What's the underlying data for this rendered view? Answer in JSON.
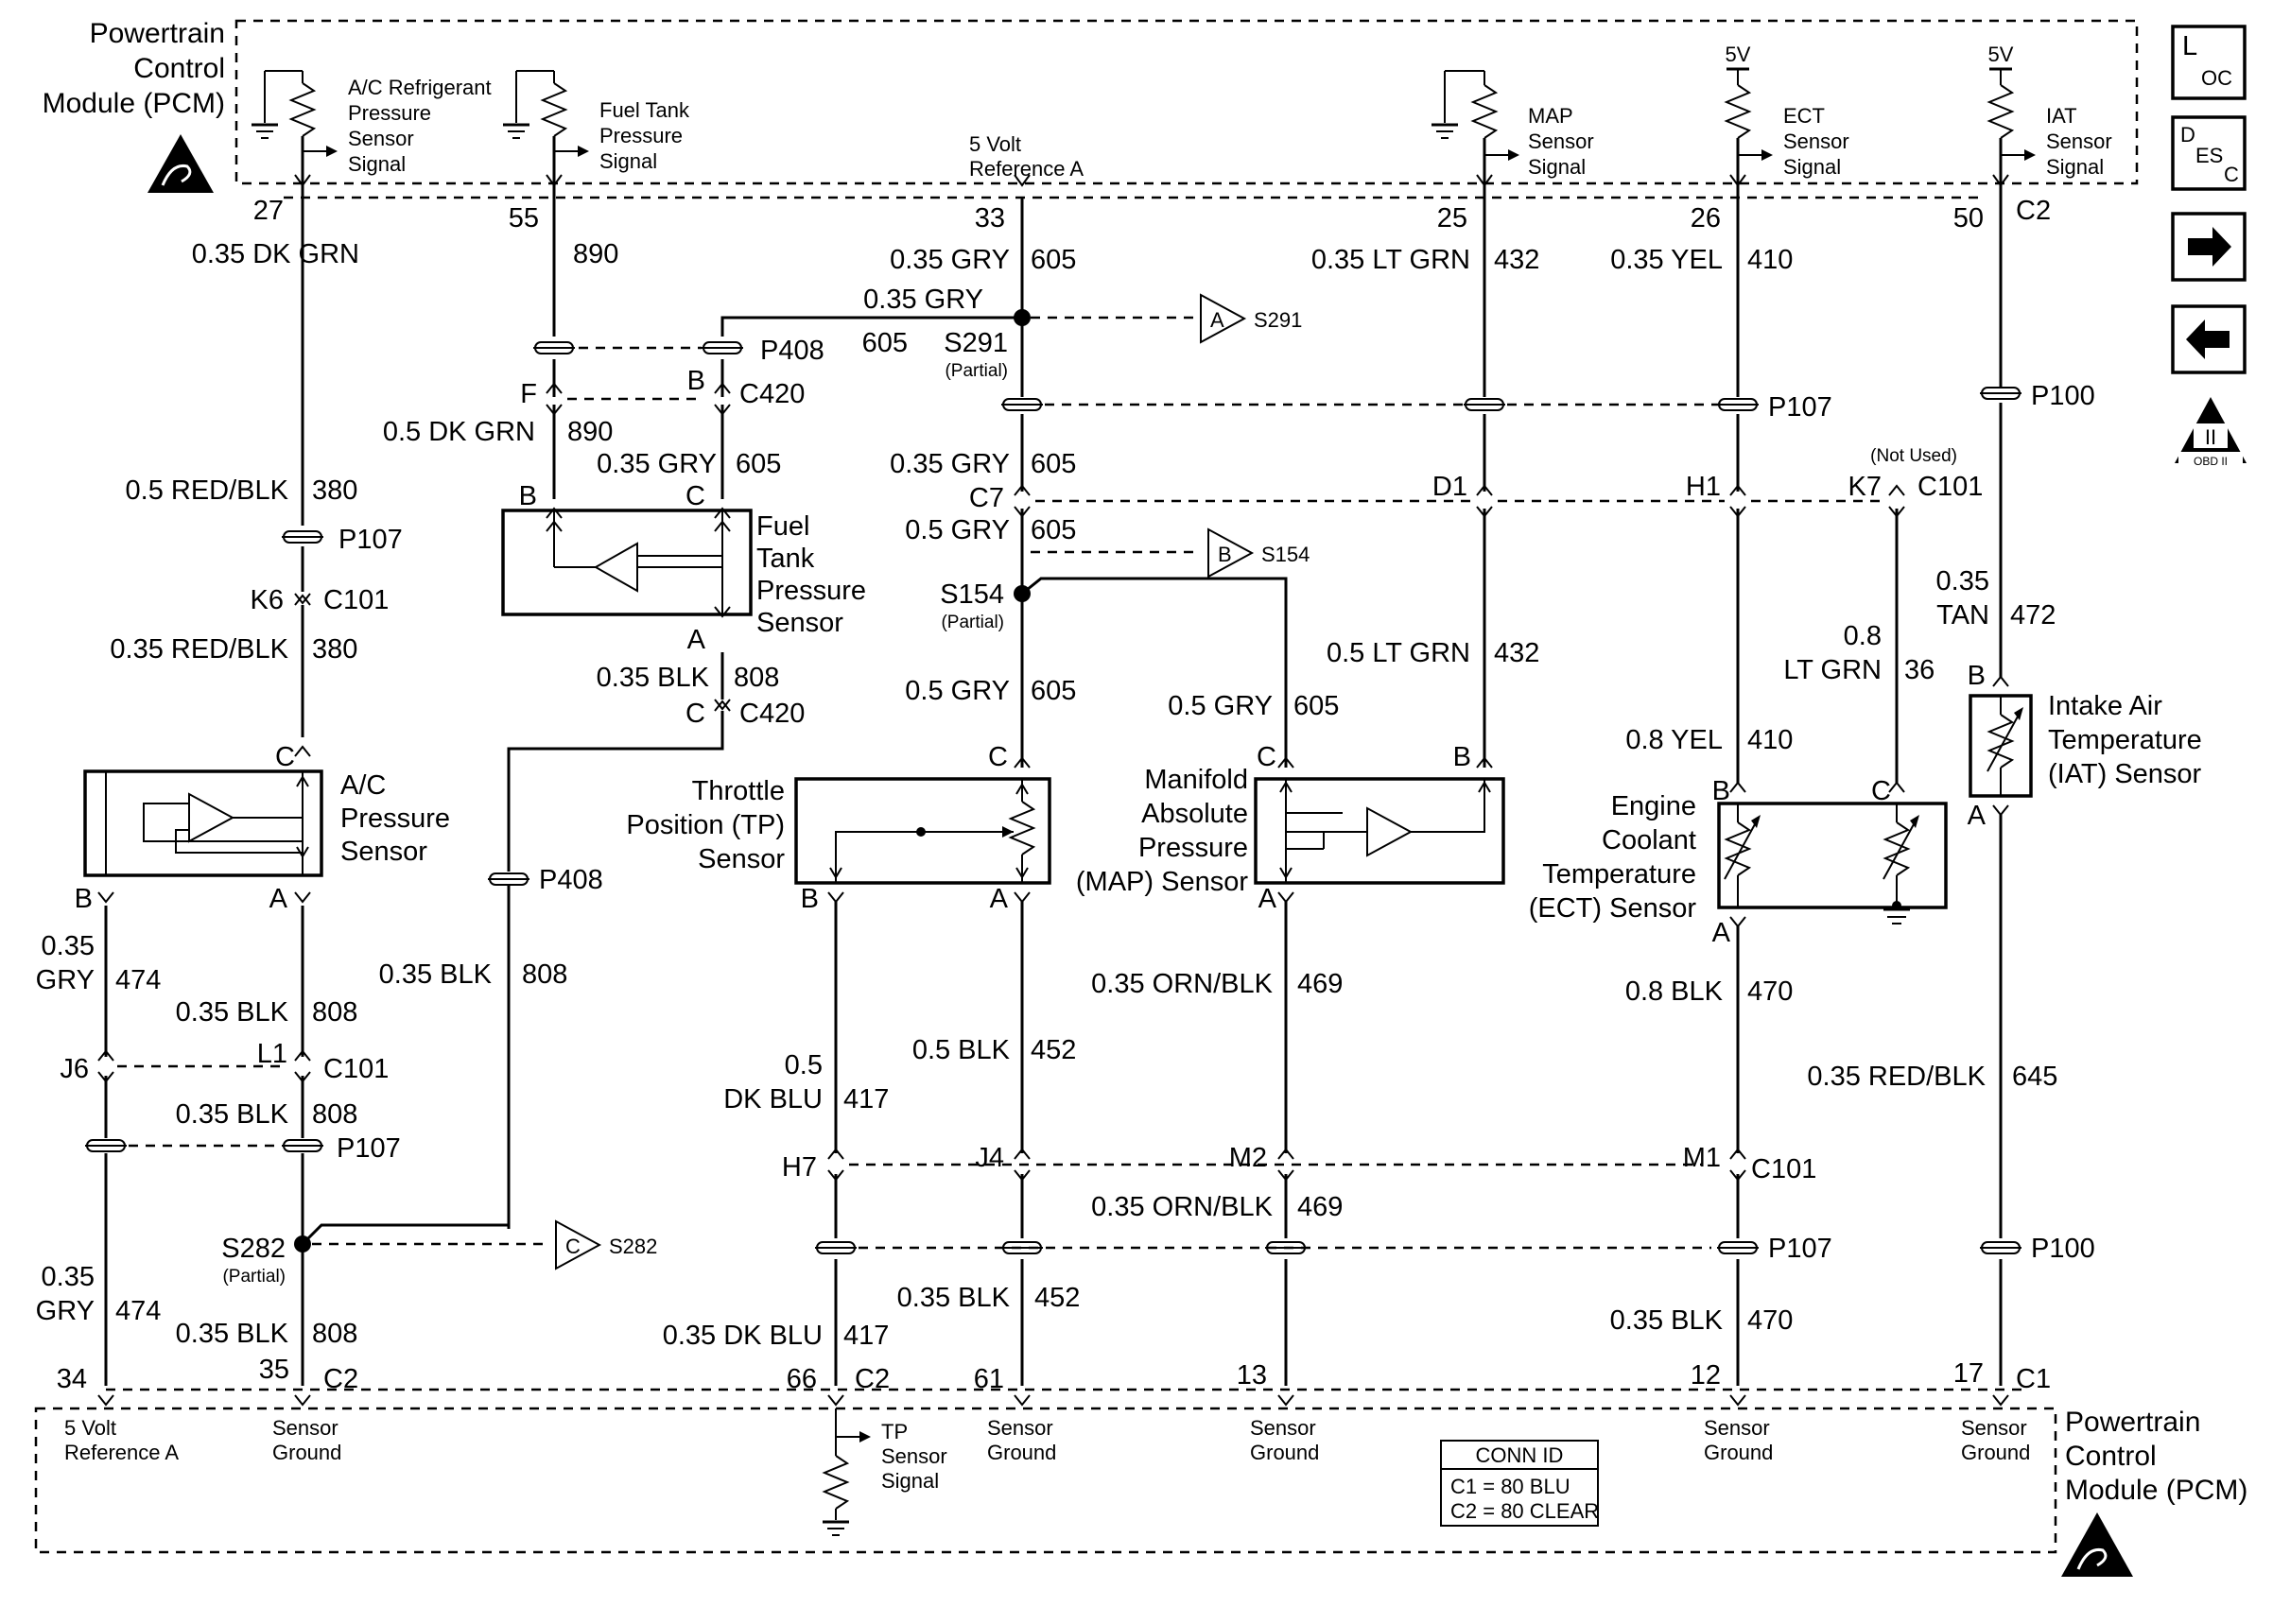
{
  "pcm": {
    "top_label": [
      "Powertrain",
      "Control",
      "Module (PCM)"
    ],
    "bottom_label": [
      "Powertrain",
      "Control",
      "Module (PCM)"
    ],
    "top_signals": [
      [
        "A/C Refrigerant",
        "Pressure",
        "Sensor",
        "Signal"
      ],
      [
        "Fuel Tank",
        "Pressure",
        "Signal"
      ],
      [
        "5 Volt",
        "Reference A"
      ],
      [
        "MAP",
        "Sensor",
        "Signal"
      ],
      [
        "ECT",
        "Sensor",
        "Signal"
      ],
      [
        "IAT",
        "Sensor",
        "Signal"
      ]
    ],
    "supply": "5V",
    "bottom_signals": [
      [
        "5 Volt",
        "Reference A"
      ],
      [
        "Sensor",
        "Ground"
      ],
      [
        "TP",
        "Sensor",
        "Signal"
      ],
      [
        "Sensor",
        "Ground"
      ],
      [
        "Sensor",
        "Ground"
      ],
      [
        "Sensor",
        "Ground"
      ],
      [
        "Sensor",
        "Ground"
      ]
    ],
    "top_pins": [
      "27",
      "55",
      "33",
      "25",
      "26",
      "50"
    ],
    "top_connector": "C2",
    "bottom_pins": [
      "34",
      "35",
      "66",
      "61",
      "13",
      "12",
      "17"
    ],
    "bottom_connectors": [
      "C2",
      "C2",
      "C1"
    ]
  },
  "conn_id": {
    "title": "CONN ID",
    "c1": "C1 = 80 BLU",
    "c2": "C2 = 80 CLEAR"
  },
  "side_icons": {
    "loc": [
      "L",
      "OC"
    ],
    "desc": [
      "D",
      "ES",
      "C"
    ],
    "next": "right-arrow-icon",
    "prev": "left-arrow-icon",
    "obd": [
      "II",
      "OBD II"
    ]
  },
  "sensors": {
    "ac": [
      "A/C",
      "Pressure",
      "Sensor"
    ],
    "fuel": [
      "Fuel",
      "Tank",
      "Pressure",
      "Sensor"
    ],
    "tp": [
      "Throttle",
      "Position (TP)",
      "Sensor"
    ],
    "map": [
      "Manifold",
      "Absolute",
      "Pressure",
      "(MAP) Sensor"
    ],
    "ect": [
      "Engine",
      "Coolant",
      "Temperature",
      "(ECT) Sensor"
    ],
    "iat": [
      "Intake Air",
      "Temperature",
      "(IAT) Sensor"
    ]
  },
  "wires": {
    "w890a": [
      "0.35 DK GRN",
      "890"
    ],
    "w890b": [
      "0.5 DK GRN",
      "890"
    ],
    "w605a": [
      "0.35 GRY",
      "605"
    ],
    "w605_grey": "0.35 GRY",
    "w605_num": "605",
    "w605b": [
      "0.35 GRY",
      "605"
    ],
    "w605c": [
      "0.35 GRY",
      "605"
    ],
    "w605d": [
      "0.5 GRY",
      "605"
    ],
    "w605e": [
      "0.5 GRY",
      "605"
    ],
    "w605f": [
      "0.5 GRY",
      "605"
    ],
    "w432a": [
      "0.35 LT GRN",
      "432"
    ],
    "w432b": [
      "0.5 LT GRN",
      "432"
    ],
    "w410a": [
      "0.35 YEL",
      "410"
    ],
    "w410b": [
      "0.8 YEL",
      "410"
    ],
    "w380a": [
      "0.5 RED/BLK",
      "380"
    ],
    "w380b": [
      "0.35 RED/BLK",
      "380"
    ],
    "w808a": [
      "0.35 BLK",
      "808"
    ],
    "w808b": [
      "0.35 BLK",
      "808"
    ],
    "w808c": [
      "0.35 BLK",
      "808"
    ],
    "w808d": [
      "0.35 BLK",
      "808"
    ],
    "w808e": [
      "0.35 BLK",
      "808"
    ],
    "w474a": [
      "0.35",
      "GRY",
      "474"
    ],
    "w474b": [
      "0.35",
      "GRY",
      "474"
    ],
    "w417a": [
      "0.5",
      "DK BLU",
      "417"
    ],
    "w417b": [
      "0.35 DK BLU",
      "417"
    ],
    "w452a": [
      "0.5 BLK",
      "452"
    ],
    "w452b": [
      "0.35 BLK",
      "452"
    ],
    "w469a": [
      "0.35 ORN/BLK",
      "469"
    ],
    "w469b": [
      "0.35 ORN/BLK",
      "469"
    ],
    "w470a": [
      "0.8 BLK",
      "470"
    ],
    "w470b": [
      "0.35 BLK",
      "470"
    ],
    "w472": [
      "0.35",
      "TAN",
      "472"
    ],
    "w36": [
      "0.8",
      "LT GRN",
      "36"
    ],
    "w645": [
      "0.35 RED/BLK",
      "645"
    ]
  },
  "connectors": {
    "p408": "P408",
    "c420": "C420",
    "p107": "P107",
    "p100": "P100",
    "c101": "C101",
    "pins": {
      "F": "F",
      "B": "B",
      "C": "C",
      "A": "A",
      "K6": "K6",
      "C7": "C7",
      "D1": "D1",
      "H1": "H1",
      "K7": "K7",
      "J6": "J6",
      "L1": "L1",
      "H7": "H7",
      "J4": "J4",
      "M2": "M2",
      "M1": "M1"
    },
    "not_used": "(Not Used)"
  },
  "splices": {
    "s291": "S291",
    "s154": "S154",
    "s282": "S282",
    "partial": "(Partial)",
    "ref_a": "A",
    "ref_b": "B",
    "ref_c": "C"
  }
}
